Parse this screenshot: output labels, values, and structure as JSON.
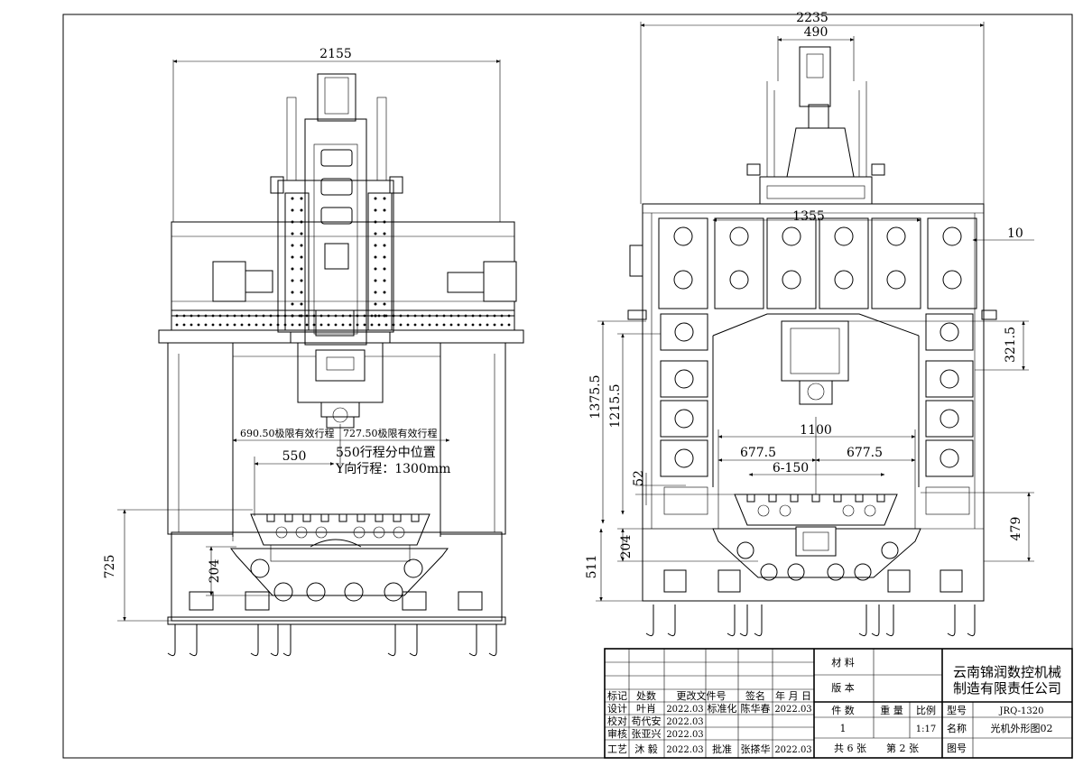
{
  "front_view": {
    "width_dim": "2155",
    "travel_left": "690.50极限有效行程",
    "travel_right": "727.50极限有效行程",
    "travel_center": "550行程分中位置",
    "y_travel": "Y向行程：1300mm",
    "dim_550": "550",
    "dim_725": "725",
    "dim_204": "204"
  },
  "side_view": {
    "width_dim": "2235",
    "head_dim": "490",
    "dim_1355": "1355",
    "dim_10": "10",
    "dim_1375": "1375.5",
    "dim_1215": "1215.5",
    "dim_321": "321.5",
    "dim_1100": "1100",
    "dim_677a": "677.5",
    "dim_677b": "677.5",
    "dim_slot": "6-150",
    "dim_52": "52",
    "dim_479": "479",
    "dim_204": "204",
    "dim_511": "511"
  },
  "title_block": {
    "company_line1": "云南锦润数控机械",
    "company_line2": "制造有限责任公司",
    "material_label": "材 料",
    "version_label": "版 本",
    "qty_label": "件 数",
    "weight_label": "重 量",
    "scale_label": "比例",
    "qty_value": "1",
    "scale_value": "1:17",
    "model_label": "型号",
    "model_value": "JRQ-1320",
    "name_label": "名称",
    "name_value": "光机外形图02",
    "drawing_no_label": "图号",
    "sheets_total": "共 6 张",
    "sheet_no": "第 2 张",
    "header": {
      "mark": "标记",
      "count": "处数",
      "change_doc": "更改文件号",
      "sign": "签名",
      "date": "年 月 日"
    },
    "rows": [
      {
        "role": "设计",
        "name": "叶肖",
        "date": "2022.03",
        "role2": "标准化",
        "name2": "陈华春",
        "date2": "2022.03"
      },
      {
        "role": "校对",
        "name": "苟代安",
        "date": "2022.03",
        "role2": "",
        "name2": "",
        "date2": ""
      },
      {
        "role": "审核",
        "name": "张亚兴",
        "date": "2022.03",
        "role2": "",
        "name2": "",
        "date2": ""
      },
      {
        "role": "工艺",
        "name": "沐 毅",
        "date": "2022.03",
        "role2": "批准",
        "name2": "张搽华",
        "date2": "2022.03"
      }
    ]
  }
}
